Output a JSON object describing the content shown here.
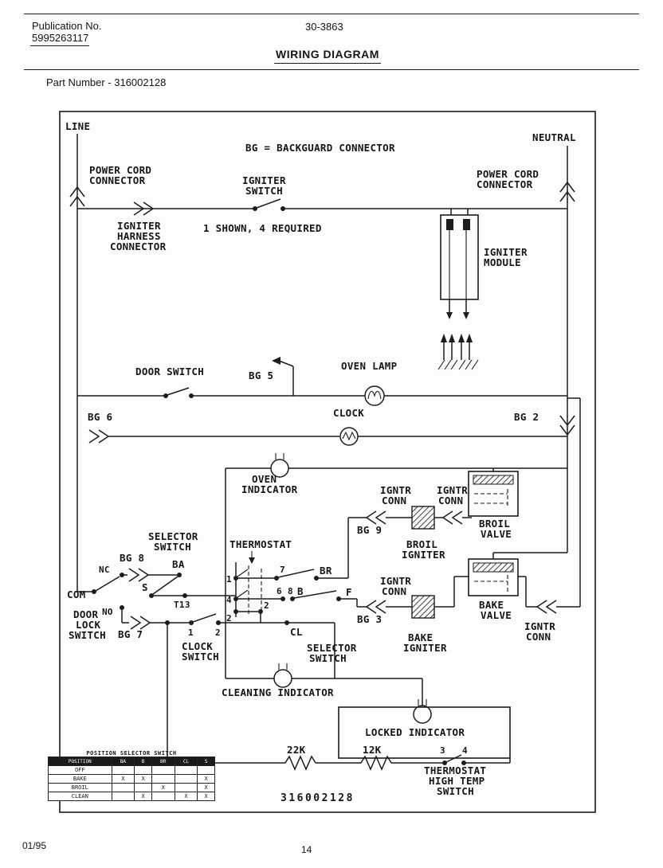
{
  "header": {
    "publication_label": "Publication No.",
    "publication_number": "5995263117",
    "document_number": "30-3863",
    "title": "WIRING DIAGRAM",
    "part_number": "Part Number - 316002128"
  },
  "footer": {
    "date": "01/95",
    "page_number": "14"
  },
  "diagram": {
    "stamp": "316002128",
    "labels": {
      "line": "LINE",
      "neutral": "NEUTRAL",
      "bg_note": "BG = BACKGUARD CONNECTOR",
      "power_cord": [
        "POWER CORD",
        "CONNECTOR"
      ],
      "igniter_switch": [
        "IGNITER",
        "SWITCH"
      ],
      "igniter_harness": [
        "IGNITER",
        "HARNESS",
        "CONNECTOR"
      ],
      "shown_note": "1 SHOWN, 4 REQUIRED",
      "igniter_module": [
        "IGNITER",
        "MODULE"
      ],
      "door_switch": "DOOR SWITCH",
      "bg5": "BG 5",
      "oven_lamp": "OVEN LAMP",
      "bg6": "BG 6",
      "clock": "CLOCK",
      "bg2": "BG 2",
      "oven_indicator": [
        "OVEN",
        "INDICATOR"
      ],
      "igntr_conn": [
        "IGNTR",
        "CONN"
      ],
      "bg9": "BG 9",
      "broil_igniter": [
        "BROIL",
        "IGNITER"
      ],
      "broil_valve": [
        "BROIL",
        "VALVE"
      ],
      "selector_switch": [
        "SELECTOR",
        "SWITCH"
      ],
      "thermostat": "THERMOSTAT",
      "nc": "NC",
      "no": "NO",
      "com": "COM",
      "bg8": "BG 8",
      "ba": "BA",
      "s": "S",
      "t13": "T13",
      "door_lock_switch": [
        "DOOR",
        "LOCK",
        "SWITCH"
      ],
      "bg7": "BG 7",
      "clock_switch": [
        "CLOCK",
        "SWITCH"
      ],
      "cl": "CL",
      "br": "BR",
      "b": "B",
      "f": "F",
      "bg3": "BG 3",
      "bake_igniter": [
        "BAKE",
        "IGNITER"
      ],
      "bake_valve": [
        "BAKE",
        "VALVE"
      ],
      "cleaning_indicator": "CLEANING INDICATOR",
      "locked_indicator": "LOCKED INDICATOR",
      "r22k": "22K",
      "r12k": "12K",
      "high_temp_switch": [
        "THERMOSTAT",
        "HIGH TEMP",
        "SWITCH"
      ],
      "contacts": {
        "c1": "1",
        "c2": "2",
        "c3": "3",
        "c4": "4",
        "c6": "6",
        "c7": "7",
        "c8": "8"
      }
    },
    "selector_table": {
      "title": "POSITION SELECTOR SWITCH",
      "columns": [
        "POSITION",
        "BA",
        "B",
        "BR",
        "CL",
        "S"
      ],
      "rows": [
        {
          "position": "OFF",
          "marks": [
            "",
            "",
            "",
            "",
            ""
          ]
        },
        {
          "position": "BAKE",
          "marks": [
            "X",
            "X",
            "",
            "",
            "X"
          ]
        },
        {
          "position": "BROIL",
          "marks": [
            "",
            "",
            "X",
            "",
            "X"
          ]
        },
        {
          "position": "CLEAN",
          "marks": [
            "",
            "X",
            "",
            "X",
            "X"
          ]
        }
      ]
    }
  }
}
